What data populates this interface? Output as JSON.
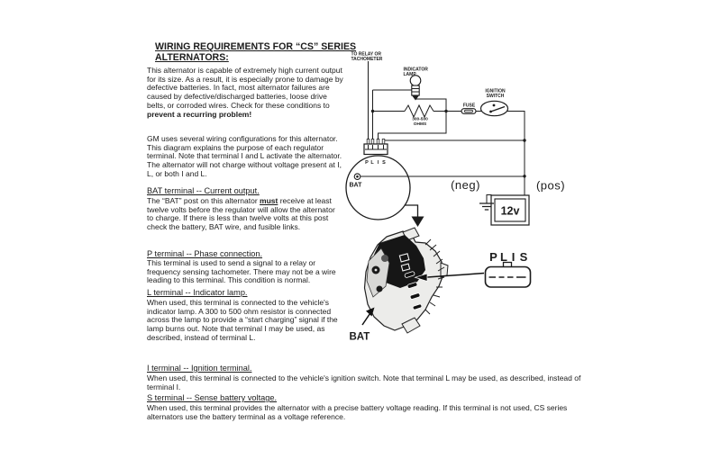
{
  "doc": {
    "title": {
      "line1": "WIRING REQUIREMENTS FOR “CS” SERIES",
      "line2": "ALTERNATORS:"
    },
    "intro": {
      "pre": "This alternator is capable of extremely high current output for its size.  As a result, it is especially prone to damage by defective batteries.  In fact, most alternator failures are caused by defective/discharged batteries, loose drive belts, or corroded wires.  Check for these conditions to ",
      "bold": "prevent a recurring problem!"
    },
    "gm_paragraph": "GM uses several wiring configurations for this alternator.  This diagram explains the purpose of each regulator terminal.  Note that terminal I and L activate the alternator.  The alternator will not charge without voltage present at I, L, or both I and L.",
    "bat": {
      "heading": "BAT terminal -- Current output.",
      "pre": "The “BAT” post on this alternator ",
      "emphasis": "must",
      "post": " receive at least twelve volts before the regulator will allow the alternator to charge.  If there is less than twelve volts at this post check the battery, BAT wire, and fusible links."
    },
    "p_term": {
      "heading": "P terminal -- Phase connection.",
      "body": "This terminal is used to send a signal to a relay or frequency sensing tachometer.  There may not be a wire leading to this terminal.  This condition is normal."
    },
    "l_term": {
      "heading": "L terminal -- Indicator lamp.",
      "body": "When used, this terminal is connected to the vehicle's indicator lamp.  A 300 to 500 ohm resistor is connected across the lamp to provide a “start charging” signal if the lamp burns out.  Note that terminal I may be used, as described, instead of terminal L."
    },
    "i_term": {
      "heading": "I terminal -- Ignition terminal.",
      "body": "When used, this terminal is connected to the vehicle's ignition switch.  Note that terminal L may be used, as described, instead of terminal I."
    },
    "s_term": {
      "heading": "S terminal -- Sense battery voltage.",
      "body": "When used, this terminal provides the alternator with a precise battery voltage reading.  If this terminal is not used, CS series alternators use the battery terminal as a voltage reference."
    }
  },
  "diagram": {
    "to_relay": {
      "line1": "TO RELAY OR",
      "line2": "TACHOMETER"
    },
    "indicator_lamp": {
      "line1": "INDICATOR",
      "line2": "LAMP"
    },
    "resistor": {
      "line1": "300-500",
      "line2": "OHMS"
    },
    "fuse_label": "FUSE",
    "ignition": {
      "line1": "IGNITION",
      "line2": "SWITCH"
    },
    "neg_label": "(neg)",
    "pos_label": "(pos)",
    "battery_label": "12v",
    "bat_terminal_label": "BAT",
    "bat_callout_label": "BAT",
    "pins": [
      "P",
      "L",
      "I",
      "S"
    ],
    "colors": {
      "line": "#1c1c1c",
      "background": "#ffffff"
    }
  }
}
